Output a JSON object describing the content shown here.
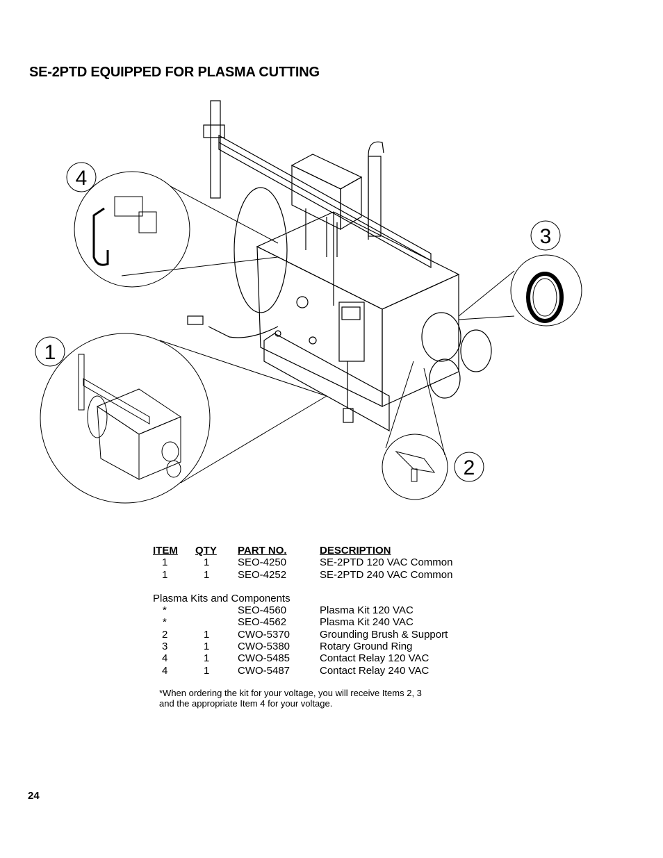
{
  "title": "SE-2PTD EQUIPPED FOR PLASMA CUTTING",
  "callouts": [
    "1",
    "2",
    "3",
    "4"
  ],
  "table": {
    "headers": {
      "item": "ITEM",
      "qty": "QTY",
      "part": "PART NO.",
      "desc": "DESCRIPTION"
    },
    "rows": [
      {
        "item": "1",
        "qty": "1",
        "part": "SEO-4250",
        "desc": "SE-2PTD 120 VAC Common"
      },
      {
        "item": "1",
        "qty": "1",
        "part": "SEO-4252",
        "desc": "SE-2PTD 240 VAC Common"
      }
    ],
    "kits_title": "Plasma Kits and Components",
    "kits": [
      {
        "item": "*",
        "qty": "",
        "part": "SEO-4560",
        "desc": "Plasma Kit 120 VAC"
      },
      {
        "item": "*",
        "qty": "",
        "part": "SEO-4562",
        "desc": "Plasma Kit 240 VAC"
      },
      {
        "item": "2",
        "qty": "1",
        "part": "CWO-5370",
        "desc": "Grounding Brush & Support"
      },
      {
        "item": "3",
        "qty": "1",
        "part": "CWO-5380",
        "desc": "Rotary Ground Ring"
      },
      {
        "item": "4",
        "qty": "1",
        "part": "CWO-5485",
        "desc": "Contact Relay 120 VAC"
      },
      {
        "item": "4",
        "qty": "1",
        "part": "CWO-5487",
        "desc": "Contact Relay 240 VAC"
      }
    ]
  },
  "footnote": {
    "line1": "*When ordering the kit for your voltage, you will receive Items 2, 3",
    "line2": "and the appropriate Item 4 for your voltage."
  },
  "page_number": "24"
}
